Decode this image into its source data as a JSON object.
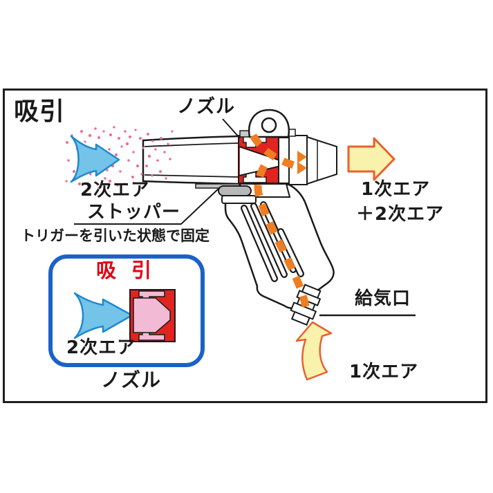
{
  "diagram": {
    "title": "吸引",
    "labels": {
      "nozzle_top": "ノズル",
      "secondary_air": "2次エア",
      "stopper": "ストッパー",
      "stopper_note": "トリガーを引いた状態で固定",
      "primary_air_line1": "1次エア",
      "primary_air_line2": "＋2次エア",
      "air_inlet": "給気口",
      "primary_air_bottom": "1次エア"
    },
    "inset": {
      "title": "吸引",
      "secondary_air": "2次エア",
      "nozzle": "ノズル"
    },
    "colors": {
      "nozzle_red": "#e02420",
      "flow_orange": "#ef7d22",
      "air_yellow_fill": "#f8f2ad",
      "air_yellow_stroke": "#ea5f2c",
      "air_blue_fill": "#74c3e8",
      "air_blue_stroke": "#1e88d0",
      "dust_pink": "#ee6e96",
      "inset_border_blue": "#1b62c8",
      "inset_pink": "#f2bad4",
      "suction_text_red": "#e60012"
    }
  }
}
